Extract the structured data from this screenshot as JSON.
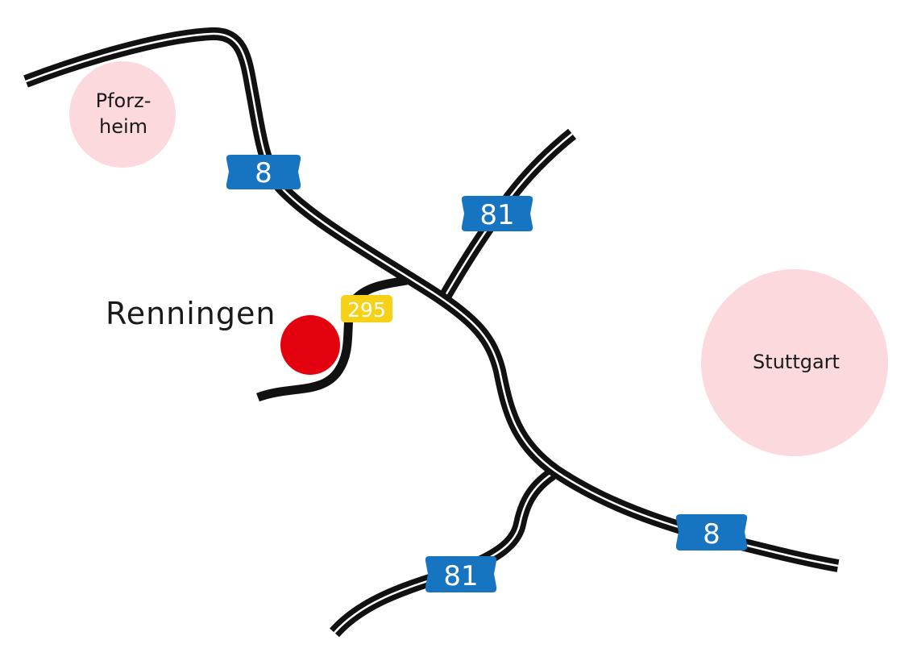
{
  "colors": {
    "background": "#ffffff",
    "road_casing": "#111111",
    "road_center": "#ffffff",
    "city_circle": "#fbd9dd",
    "autobahn_shield": "#1674c0",
    "bundesstrasse_shield": "#f7d117",
    "location_marker": "#e3000f",
    "text": "#1a1a1a"
  },
  "cities": {
    "pforzheim": {
      "line1": "Pforz-",
      "line2": "heim"
    },
    "stuttgart": {
      "label": "Stuttgart"
    }
  },
  "location": {
    "label": "Renningen"
  },
  "shields": {
    "a8_north": "8",
    "a8_south": "8",
    "a81_north": "81",
    "a81_south": "81",
    "b295": "295"
  }
}
